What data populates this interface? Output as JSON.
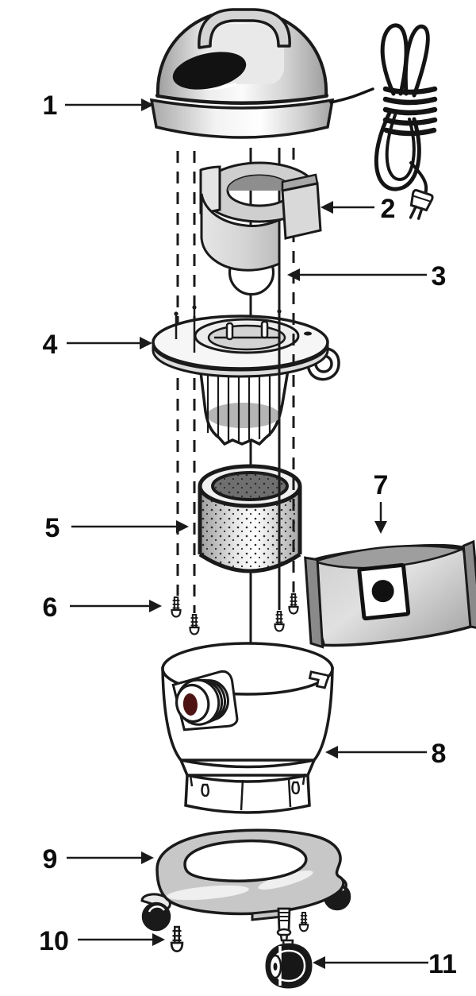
{
  "figure": {
    "type": "exploded-parts-diagram",
    "background": "#ffffff",
    "line_color": "#1a1a1a",
    "label_color": "#0d0d0d",
    "palette": {
      "part_gray_light": "#d6d6d6",
      "part_gray_mid": "#c7c7c7",
      "part_gray_dark": "#8e8e8e",
      "wheel_black": "#171717",
      "inlet_accent_maroon": "#4e1313"
    },
    "callouts": [
      {
        "label": "1",
        "target": "motor-head-assembly",
        "direction": "right"
      },
      {
        "label": "2",
        "target": "foam-ring",
        "direction": "left"
      },
      {
        "label": "3",
        "target": "float-ball",
        "direction": "left"
      },
      {
        "label": "4",
        "target": "lid-plate-float-cage",
        "direction": "right"
      },
      {
        "label": "5",
        "target": "filter-cartridge",
        "direction": "right"
      },
      {
        "label": "6",
        "target": "mounting-screws",
        "direction": "right"
      },
      {
        "label": "7",
        "target": "dust-bag",
        "direction": "down"
      },
      {
        "label": "8",
        "target": "tank",
        "direction": "left"
      },
      {
        "label": "9",
        "target": "dolly-base",
        "direction": "right"
      },
      {
        "label": "10",
        "target": "dolly-screw",
        "direction": "right"
      },
      {
        "label": "11",
        "target": "caster-wheel",
        "direction": "left"
      }
    ]
  }
}
